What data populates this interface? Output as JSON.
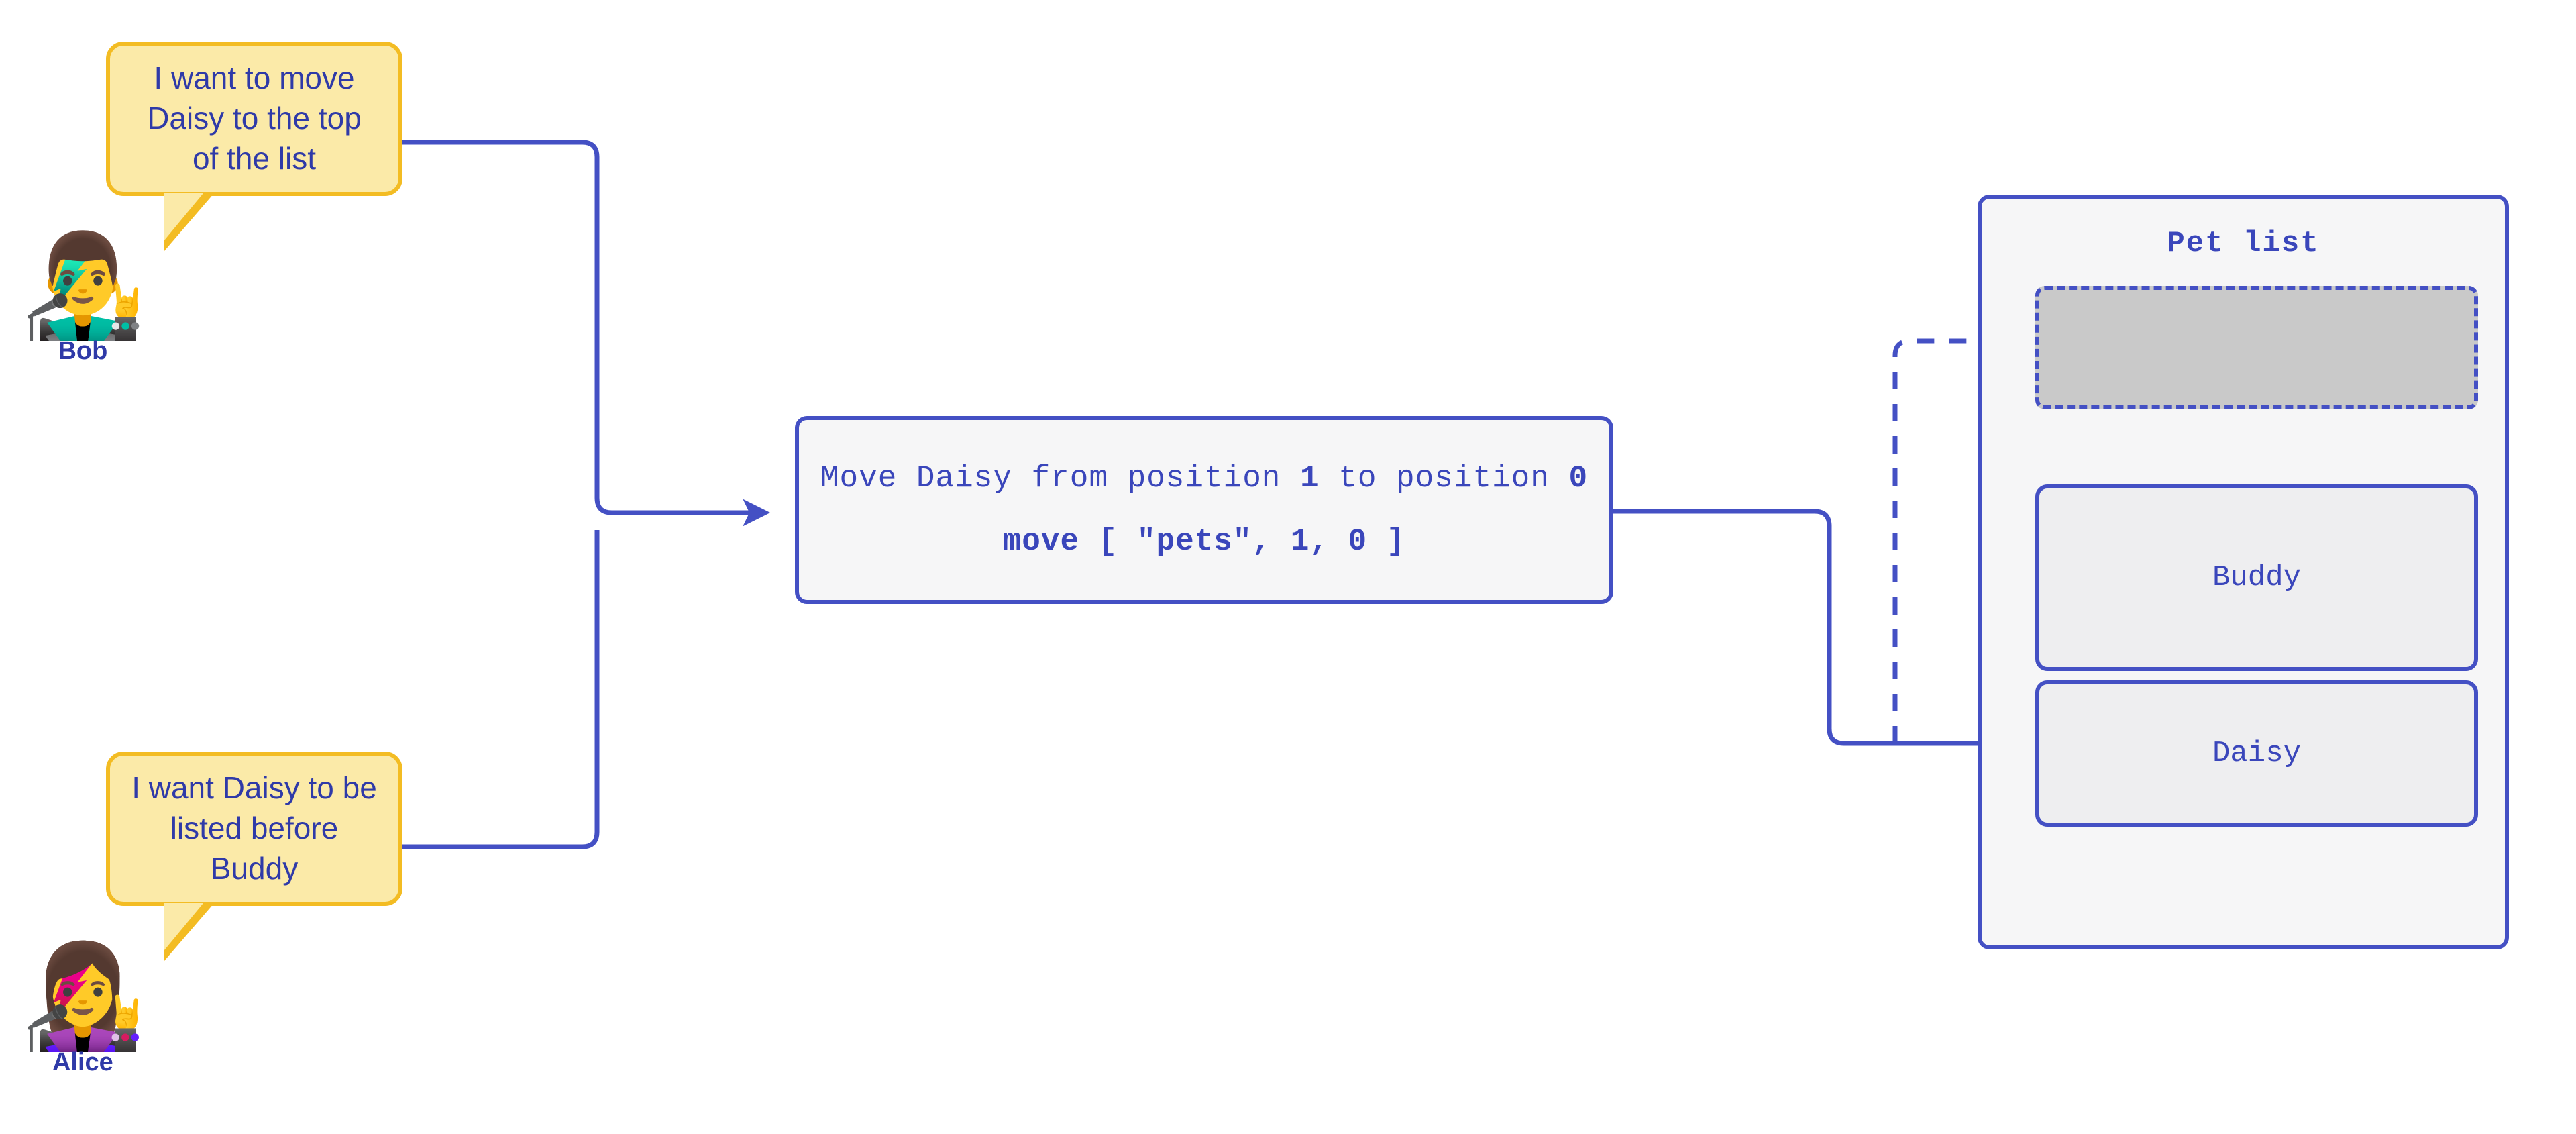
{
  "diagram": {
    "title": "Move operation intent-to-command diagram",
    "accent_color": "#4450c4",
    "text_color": "#3a46bb",
    "bubble_fill": "#fbeaa8",
    "bubble_border": "#f3bc23",
    "panel_fill": "#f6f6f7",
    "slot_fill": "#eeeef0",
    "placeholder_fill": "#c9c9c9"
  },
  "actors": [
    {
      "name": "Bob",
      "emoji": "👨‍🎤",
      "emoji_label": "man-singer-emoji",
      "message": "I want to move\nDaisy to the top\nof the list"
    },
    {
      "name": "Alice",
      "emoji": "👩‍🎤",
      "emoji_label": "woman-singer-emoji",
      "message": "I want Daisy to be\nlisted before\nBuddy"
    }
  ],
  "command": {
    "description_prefix": "Move Daisy from position ",
    "from_position": "1",
    "description_middle": " to position ",
    "to_position": "0",
    "description_line": "Move Daisy from position 1 to position 0",
    "operation": "move",
    "call_args": " [ \"pets\", 1, 0 ]",
    "call_line": "move [ \"pets\", 1, 0 ]",
    "collection": "\"pets\""
  },
  "pet_list": {
    "title": "Pet list",
    "slots": [
      {
        "label": "",
        "state": "placeholder",
        "name": "placeholder-slot"
      },
      {
        "label": "Buddy",
        "state": "filled",
        "name": "buddy-slot"
      },
      {
        "label": "Daisy",
        "state": "filled",
        "name": "daisy-slot"
      }
    ]
  },
  "connectors": [
    {
      "name": "bob-to-command",
      "style": "solid"
    },
    {
      "name": "alice-to-command",
      "style": "solid"
    },
    {
      "name": "command-to-daisy",
      "style": "solid"
    },
    {
      "name": "daisy-to-placeholder",
      "style": "dashed"
    }
  ]
}
